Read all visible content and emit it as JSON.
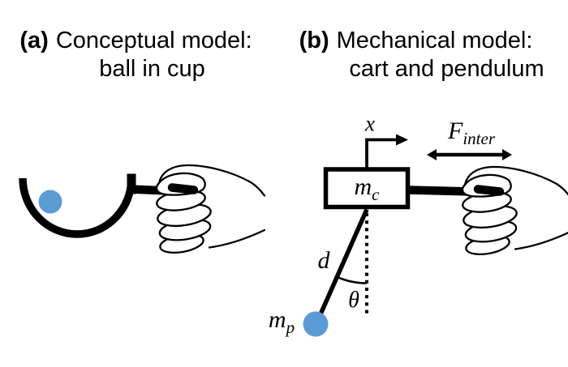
{
  "figure": {
    "background": "#ffffff",
    "ink_color": "#000000",
    "ball_color": "#5b9bd5"
  },
  "panel_a": {
    "tag": "(a)",
    "title_line1": "Conceptual model:",
    "title_line2": "ball in cup"
  },
  "panel_b": {
    "tag": "(b)",
    "title_line1": "Mechanical model:",
    "title_line2": "cart and pendulum",
    "labels": {
      "position": "x",
      "interaction_force_symbol": "F",
      "interaction_force_subscript": "inter",
      "cart_mass_symbol": "m",
      "cart_mass_subscript": "c",
      "pendulum_length": "d",
      "pendulum_angle": "θ",
      "pendulum_mass_symbol": "m",
      "pendulum_mass_subscript": "p"
    }
  }
}
